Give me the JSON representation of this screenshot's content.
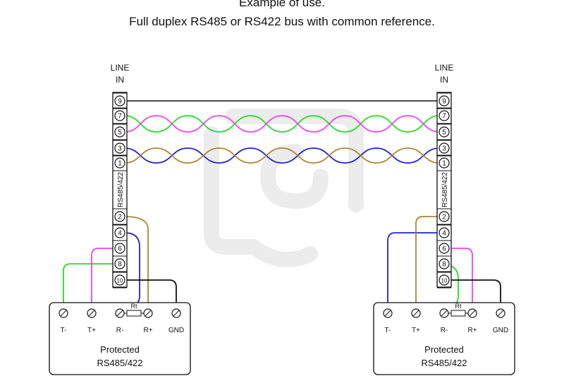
{
  "title": {
    "line1": "Example of use.",
    "line2": "Full duplex RS485 or RS422 bus with common reference."
  },
  "left_unit": {
    "line_in_label": [
      "LINE",
      "IN"
    ],
    "strip_label": "RS485/422",
    "top_terminals": [
      "9",
      "7",
      "5",
      "3",
      "1"
    ],
    "bottom_terminals": [
      "2",
      "4",
      "6",
      "8",
      "10"
    ]
  },
  "right_unit": {
    "line_in_label": [
      "LINE",
      "IN"
    ],
    "strip_label": "RS485/422",
    "top_terminals": [
      "9",
      "7",
      "5",
      "3",
      "1"
    ],
    "bottom_terminals": [
      "2",
      "4",
      "6",
      "8",
      "10"
    ]
  },
  "left_device": {
    "terminals": [
      "T-",
      "T+",
      "R-",
      "R+",
      "GND"
    ],
    "resistor_label": "Rt",
    "label": [
      "Protected",
      "RS485/422"
    ]
  },
  "right_device": {
    "terminals": [
      "T-",
      "T+",
      "R-",
      "R+",
      "GND"
    ],
    "resistor_label": "Rt",
    "label": [
      "Protected",
      "RS485/422"
    ]
  },
  "wire_colors": {
    "green": "#22dd22",
    "magenta": "#ee44ee",
    "blue": "#2222cc",
    "brown": "#aa8833",
    "black": "#111111",
    "watermark": "#ececec"
  }
}
